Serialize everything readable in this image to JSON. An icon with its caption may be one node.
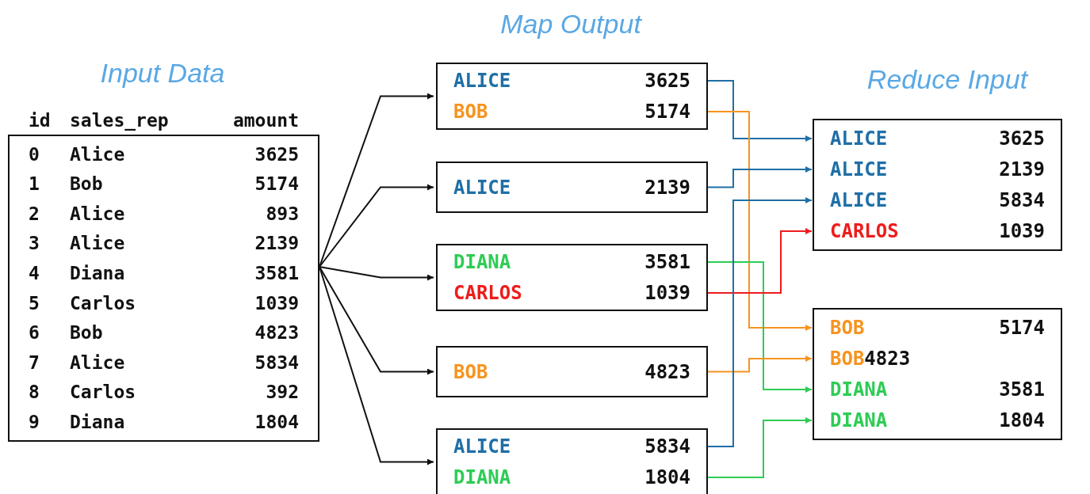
{
  "diagram": {
    "nodes": [
      {
        "text": [
          "id",
          "sales_rep",
          "amount",
          "0",
          "Alice",
          "3625",
          "1",
          "Bob",
          "5174",
          "2",
          "Alice",
          "893",
          "3",
          "Alice",
          "2139",
          "4",
          "Diana",
          "3581",
          "5",
          "Carlos",
          "1039",
          "6",
          "Bob",
          "4823",
          "7",
          "Alice",
          "5834",
          "8",
          "Carlos",
          "392",
          "9",
          "Diana",
          "1804"
        ]
      },
      {
        "text": [
          "ALICE",
          "3625",
          "BOB",
          "5174"
        ]
      },
      {
        "text": [
          "ALICE",
          "2139"
        ]
      },
      {
        "text": [
          "DIANA",
          "3581",
          "CARLOS",
          "1039"
        ]
      },
      {
        "text": [
          "BOB",
          "4823"
        ]
      },
      {
        "text": [
          "ALICE",
          "5834",
          "DIANA",
          "1804"
        ]
      },
      {
        "text": [
          "ALICE",
          "3625",
          "ALICE",
          "2139",
          "ALICE",
          "5834",
          "CARLOS",
          "1039"
        ]
      },
      {
        "text": [
          "BOB",
          "5174",
          "BOB",
          "4823",
          "DIANA",
          "3581",
          "DIANA",
          "1804"
        ]
      }
    ],
    "edges": [
      {
        "from": 0,
        "to": 1,
        "arrow": "to"
      },
      {
        "from": 0,
        "to": 2,
        "arrow": "to"
      },
      {
        "from": 0,
        "to": 3,
        "arrow": "to"
      },
      {
        "from": 0,
        "to": 4,
        "arrow": "to"
      },
      {
        "from": 0,
        "to": 5,
        "arrow": "to"
      },
      {
        "from": 1,
        "to": 6,
        "arrow": "to",
        "color": "#1f6fa6"
      },
      {
        "from": 1,
        "to": 7,
        "arrow": "to",
        "color": "#f7931e"
      },
      {
        "from": 2,
        "to": 6,
        "arrow": "to",
        "color": "#1f6fa6"
      },
      {
        "from": 3,
        "to": 7,
        "arrow": "to",
        "color": "#2ecc55"
      },
      {
        "from": 3,
        "to": 6,
        "arrow": "to",
        "color": "#ee1c1c"
      },
      {
        "from": 4,
        "to": 7,
        "arrow": "to",
        "color": "#f7931e"
      },
      {
        "from": 5,
        "to": 6,
        "arrow": "to",
        "color": "#1f6fa6"
      },
      {
        "from": 5,
        "to": 7,
        "arrow": "to",
        "color": "#2ecc55"
      }
    ],
    "labels": [
      "Map Output",
      "Input Data",
      "Reduce Input"
    ]
  }
}
